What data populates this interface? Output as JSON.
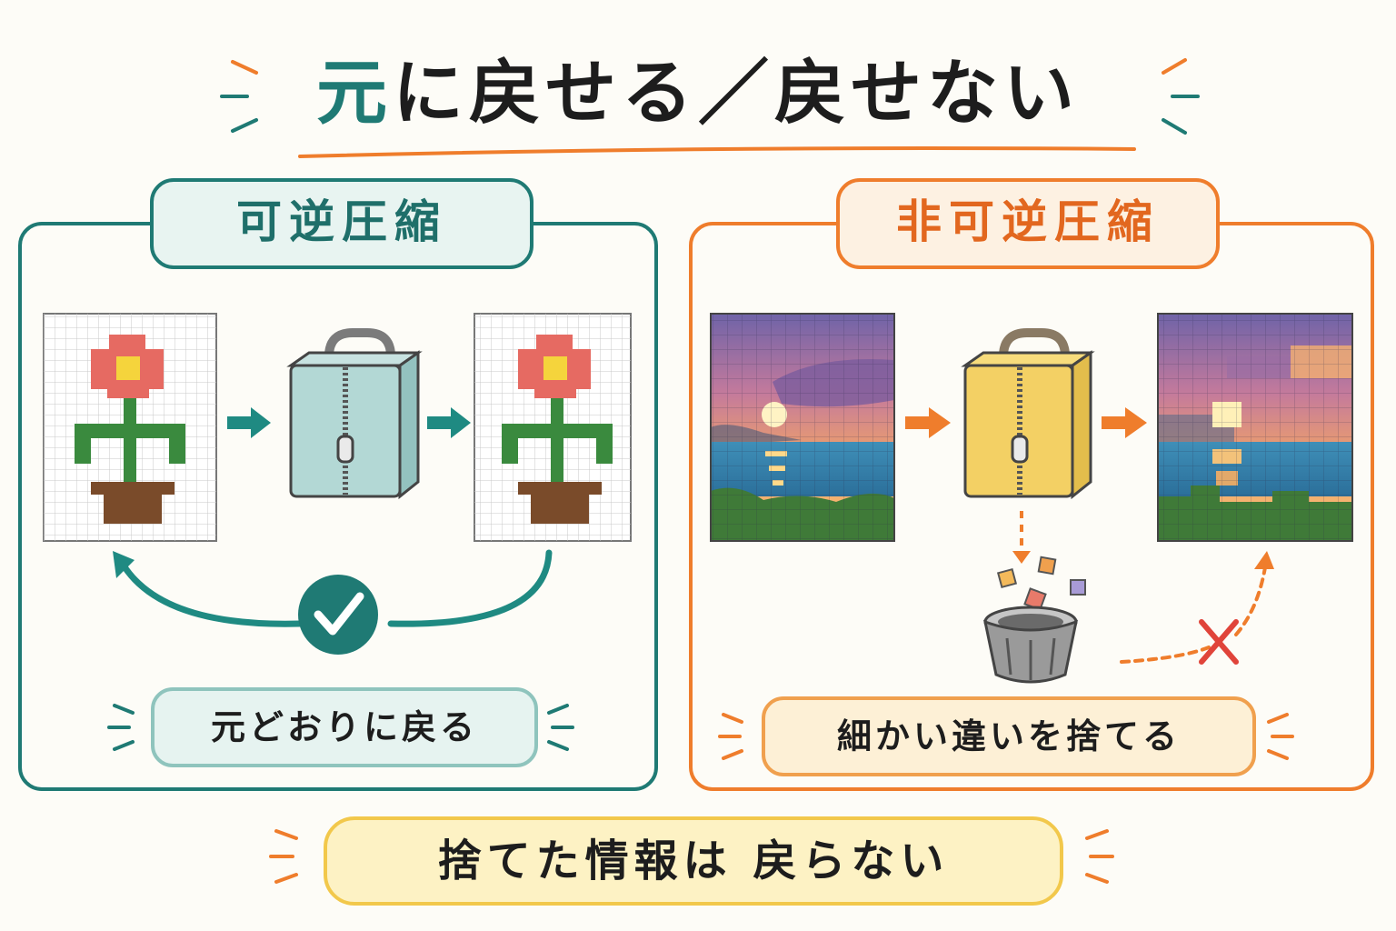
{
  "title": {
    "accent": "元",
    "rest": "に戻せる／戻せない"
  },
  "left_panel": {
    "title": "可逆圧縮",
    "caption": "元どおりに戻る",
    "color": "#1f7a74"
  },
  "right_panel": {
    "title": "非可逆圧縮",
    "caption": "細かい違いを捨てる",
    "color": "#ef7d2c"
  },
  "footer": {
    "text": "捨てた情報は 戻らない"
  },
  "icons": [
    "flower-pixel-image",
    "zip-bag-icon",
    "arrow-icon",
    "check-icon",
    "sunset-pixel-image",
    "trash-bin-icon",
    "cross-icon"
  ]
}
